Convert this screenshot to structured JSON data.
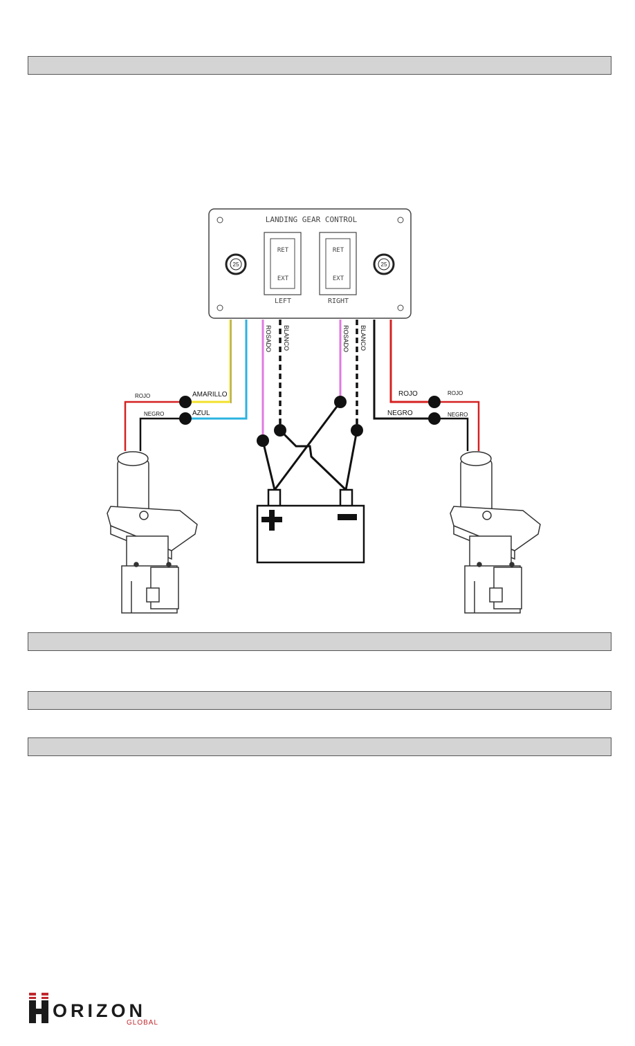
{
  "panel": {
    "title": "LANDING GEAR CONTROL",
    "breaker_left": "25",
    "breaker_right": "25",
    "switch_left": {
      "top": "RET",
      "bottom": "EXT",
      "label": "LEFT"
    },
    "switch_right": {
      "top": "RET",
      "bottom": "EXT",
      "label": "RIGHT"
    }
  },
  "wires": {
    "rosado_left": "ROSADO",
    "blanco_left": "BLANCO",
    "rosado_right": "ROSADO",
    "blanco_right": "BLANCO",
    "amarillo": "AMARILLO",
    "azul": "AZUL",
    "rojo_left": "ROJO",
    "negro_left": "NEGRO",
    "rojo_right_panel": "ROJO",
    "negro_right_panel": "NEGRO",
    "rojo_right_motor": "ROJO",
    "negro_right_motor": "NEGRO"
  },
  "colors": {
    "red": "#d62020",
    "yellow": "#f2e02a",
    "blue": "#2bb3e0",
    "pink": "#e07ae0",
    "black": "#111111"
  },
  "logo": {
    "main": "ORIZON",
    "sub": "GLOBAL",
    "initial": "H"
  }
}
